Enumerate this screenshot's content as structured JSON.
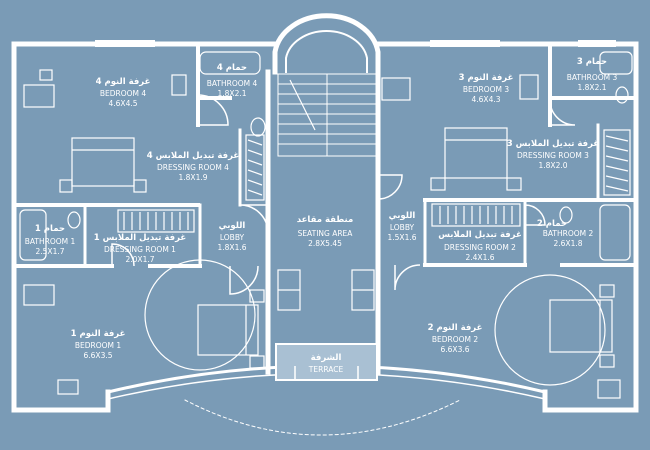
{
  "colors": {
    "background": "#7a9bb6",
    "wall": "#ffffff",
    "terrace": "#a9c0d3"
  },
  "rooms": {
    "bedroom4": {
      "ar": "غرفة النوم 4",
      "en": "BEDROOM 4",
      "dim": "4.6X4.5"
    },
    "bathroom4": {
      "ar": "حمام 4",
      "en": "BATHROOM  4",
      "dim": "1.8X2.1"
    },
    "dressing4": {
      "ar": "غرفة تبديل الملابس 4",
      "en": "DRESSING ROOM 4",
      "dim": "1.8X1.9"
    },
    "bathroom1": {
      "ar": "حمام 1",
      "en": "BATHROOM 1",
      "dim": "2.5X1.7"
    },
    "dressing1": {
      "ar": "غرفة تبديل الملابس 1",
      "en": "DRESSING ROOM 1",
      "dim": "2.0X1.7"
    },
    "lobby_left": {
      "ar": "اللوبي",
      "en": "LOBBY",
      "dim": "1.8X1.6"
    },
    "seating": {
      "ar": "منطقة مقاعد",
      "en": "SEATING AREA",
      "dim": "2.8X5.45"
    },
    "lobby_right": {
      "ar": "اللوبي",
      "en": "LOBBY",
      "dim": "1.5X1.6"
    },
    "bedroom3": {
      "ar": "غرفة النوم 3",
      "en": "BEDROOM 3",
      "dim": "4.6X4.3"
    },
    "bathroom3": {
      "ar": "حمام 3",
      "en": "BATHROOM  3",
      "dim": "1.8X2.1"
    },
    "dressing3": {
      "ar": "غرفة تبديل الملابس 3",
      "en": "DRESSING ROOM 3",
      "dim": "1.8X2.0"
    },
    "dressing2": {
      "ar": "غرفة تبديل الملابس",
      "en": "DRESSING ROOM 2",
      "dim": "2.4X1.6"
    },
    "bathroom2": {
      "ar": "حمام 2",
      "en": "BATHROOM 2",
      "dim": "2.6X1.8"
    },
    "bedroom1": {
      "ar": "غرفة النوم 1",
      "en": "BEDROOM 1",
      "dim": "6.6X3.5"
    },
    "bedroom2": {
      "ar": "غرفة النوم 2",
      "en": "BEDROOM 2",
      "dim": "6.6X3.6"
    },
    "terrace": {
      "ar": "الشرفة",
      "en": "TERRACE"
    }
  }
}
